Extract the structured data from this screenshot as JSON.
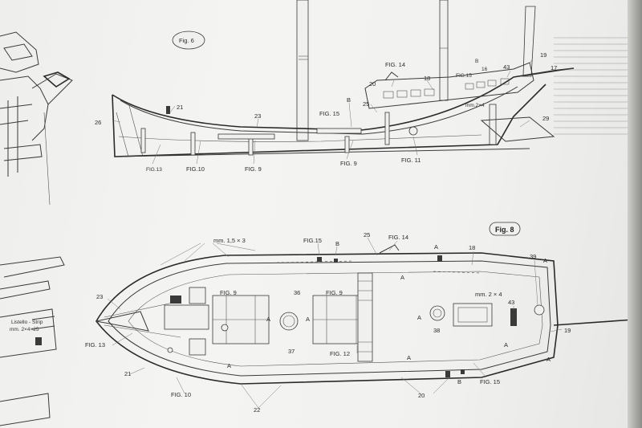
{
  "fig6": {
    "title": "Fig. 6",
    "labels": {
      "l21": "21",
      "l26": "26",
      "l23": "23",
      "lfig15": "FIG. 15",
      "lB": "B",
      "l25": "25",
      "lfig14": "FIG. 14",
      "l20": "20",
      "l18": "18",
      "lfig15b": "FIG.15",
      "lB2": "B",
      "l16": "16",
      "l43": "43",
      "l19": "19",
      "l17": "17",
      "lmm": "mm.2×4",
      "l29": "29",
      "lfig13": "FIG.13",
      "lfig10": "FIG.10",
      "lfig9": "FIG. 9",
      "lfig9b": "FIG. 9",
      "lfig11": "FIG. 11"
    }
  },
  "fig8": {
    "title": "Fig. 8",
    "labels": {
      "mm15": "mm. 1,5 × 3",
      "fig15": "FIG.15",
      "B": "B",
      "l25": "25",
      "fig14": "FIG. 14",
      "A1": "A",
      "l18": "18",
      "l39": "39",
      "A2": "A",
      "fig9a": "FIG. 9",
      "l36": "36",
      "fig9b": "FIG. 9",
      "mm24": "mm. 2 × 4",
      "l43": "43",
      "l23": "23",
      "A3": "A",
      "A4": "A",
      "A5": "A",
      "A6": "A",
      "l38": "38",
      "l19": "19",
      "fig13": "FIG. 13",
      "l37": "37",
      "fig12": "FIG. 12",
      "A7": "A",
      "l21": "21",
      "A8": "A",
      "A9": "A",
      "A10": "A",
      "fig10": "FIG. 10",
      "l20": "20",
      "B2": "B",
      "fig15b": "FIG. 15",
      "l22": "22"
    }
  },
  "left_detail": {
    "strip_line1": "Listello - Strip",
    "strip_line2": "mm. 2×4×25"
  }
}
